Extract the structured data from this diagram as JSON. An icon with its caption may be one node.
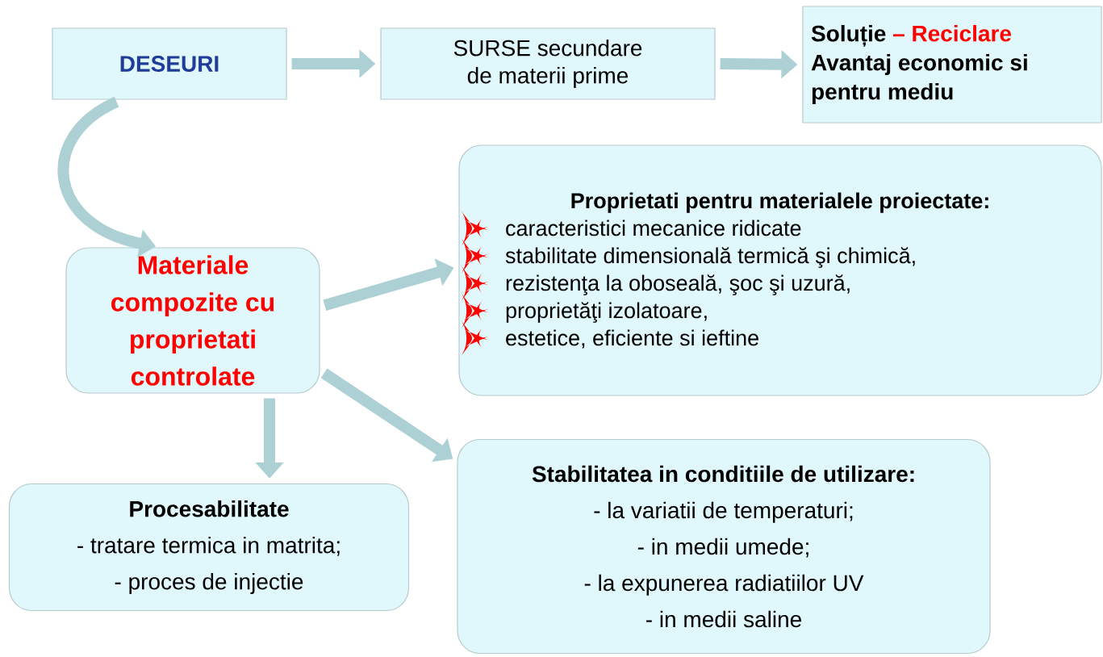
{
  "diagram": {
    "nodes": [
      {
        "text": [
          "DESEURI"
        ]
      },
      {
        "text": [
          "SURSE secundare de materii prime"
        ]
      },
      {
        "text": [
          "Soluție",
          "– Reciclare",
          "Avantaj economic si pentru mediu"
        ]
      },
      {
        "text": [
          "Materiale compozite cu proprietati controlate"
        ]
      },
      {
        "text": [
          "Proprietati pentru materialele proiectate:",
          "caracteristici mecanice ridicate",
          "stabilitate dimensională termică şi chimică,",
          "rezistenţa la oboseală, şoc şi uzură,",
          "proprietăţi izolatoare,",
          "estetice, eficiente si ieftine"
        ]
      },
      {
        "text": [
          "Procesabilitate",
          "- tratare termica in matrita;",
          "- proces de injectie"
        ]
      },
      {
        "text": [
          "Stabilitatea in conditiile de utilizare:",
          "- la variatii de temperaturi;",
          "- in medii umede;",
          "- la expunerea radiatiilor UV",
          "- in medii saline"
        ]
      }
    ],
    "edges": [
      {
        "from": 0,
        "to": 1,
        "arrow": "to"
      },
      {
        "from": 1,
        "to": 2,
        "arrow": "to"
      },
      {
        "from": 0,
        "to": 3,
        "arrow": "to"
      },
      {
        "from": 3,
        "to": 4,
        "arrow": "to"
      },
      {
        "from": 3,
        "to": 5,
        "arrow": "to"
      },
      {
        "from": 3,
        "to": 6,
        "arrow": "to"
      }
    ]
  }
}
